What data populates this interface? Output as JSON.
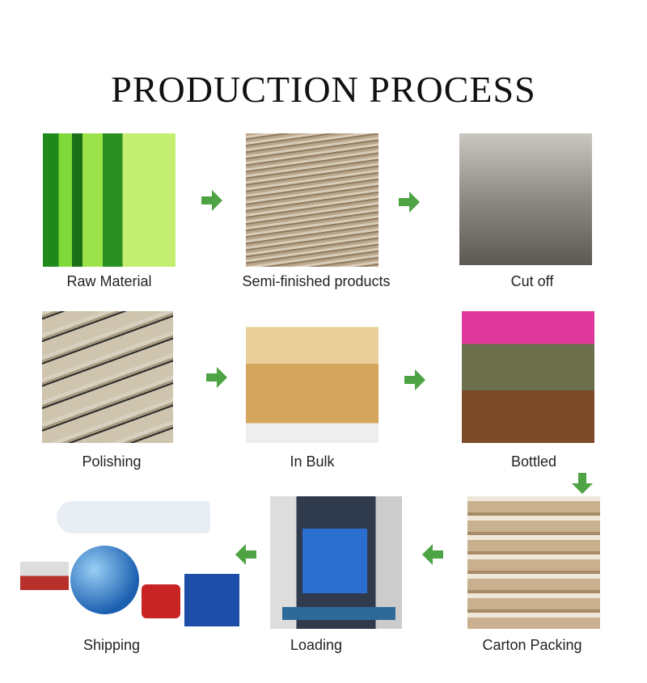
{
  "title": "PRODUCTION PROCESS",
  "steps": [
    {
      "label": "Raw Material"
    },
    {
      "label": "Semi-finished products"
    },
    {
      "label": "Cut off"
    },
    {
      "label": "Polishing"
    },
    {
      "label": "In Bulk"
    },
    {
      "label": "Bottled"
    },
    {
      "label": "Carton Packing"
    },
    {
      "label": "Loading"
    },
    {
      "label": "Shipping"
    }
  ],
  "colors": {
    "arrow": "#4ea444"
  }
}
